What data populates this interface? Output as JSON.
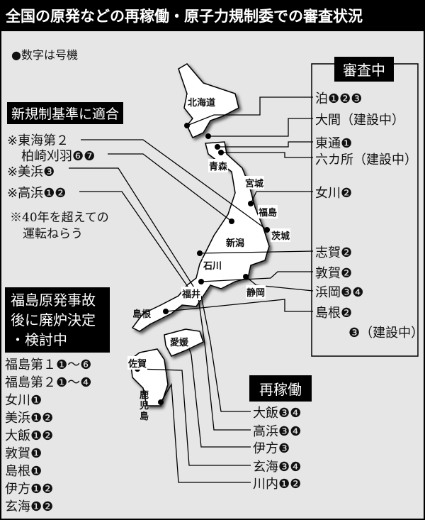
{
  "title": "全国の原発などの再稼働・原子力規制委での審査状況",
  "legend_note": "●数字は号機",
  "under_review": {
    "header": "審査中",
    "items": [
      "泊❶❷❸",
      "大間（建設中）",
      "東通❶",
      "六カ所（建設中）",
      "女川❷",
      "志賀❷",
      "敦賀❷",
      "浜岡❸❹",
      "島根❷",
      "❸（建設中）"
    ]
  },
  "approved": {
    "header": "新規制基準に適合",
    "items": [
      "※東海第２",
      "柏崎刈羽❻❼",
      "※美浜❸",
      "※高浜❶❷"
    ],
    "note": [
      "※40年を超えての",
      "運転ねらう"
    ]
  },
  "decommission": {
    "header": [
      "福島原発事故",
      "後に廃炉決定",
      "・検討中"
    ],
    "items": [
      "福島第１❶〜❻",
      "福島第２❶〜❹",
      "女川❶",
      "美浜❶❷",
      "大飯❶❷",
      "敦賀❶",
      "島根❶",
      "伊方❶❷",
      "玄海❶❷"
    ]
  },
  "restarted": {
    "header": "再稼働",
    "items": [
      "大飯❸❹",
      "高浜❸❹",
      "伊方❸",
      "玄海❸❹",
      "川内❶❷"
    ]
  },
  "map_labels": {
    "hokkaido": "北海道",
    "aomori": "青森",
    "miyagi": "宮城",
    "fukushima": "福島",
    "niigata": "新潟",
    "ibaraki": "茨城",
    "ishikawa": "石川",
    "fukui": "福井",
    "shizuoka": "静岡",
    "shimane": "島根",
    "ehime": "愛媛",
    "saga": "佐賀",
    "kagoshima": "鹿児島"
  }
}
